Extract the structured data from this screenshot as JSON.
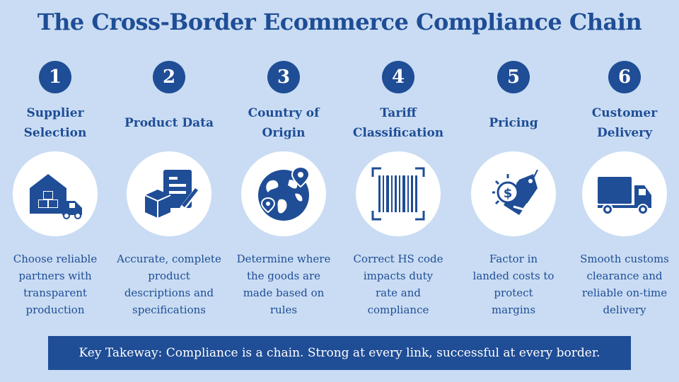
{
  "title": "The Cross-Border Ecommerce Compliance Chain",
  "steps": [
    {
      "number": "1",
      "label": "Supplier\nSelection",
      "icon": "warehouse-truck-icon",
      "description": "Choose reliable\npartners with\ntransparent\nproduction"
    },
    {
      "number": "2",
      "label": "Product Data",
      "icon": "document-box-icon",
      "description": "Accurate, complete\nproduct\ndescriptions and\nspecifications"
    },
    {
      "number": "3",
      "label": "Country of\nOrigin",
      "icon": "globe-pin-icon",
      "description": "Determine where\nthe goods are\nmade based on\nrules"
    },
    {
      "number": "4",
      "label": "Tariff\nClassification",
      "icon": "barcode-icon",
      "description": "Correct HS code\nimpacts duty\nrate and\ncompliance"
    },
    {
      "number": "5",
      "label": "Pricing",
      "icon": "price-tag-icon",
      "description": "Factor in\nlanded costs to\nprotect\nmargins"
    },
    {
      "number": "6",
      "label": "Customer\nDelivery",
      "icon": "delivery-truck-icon",
      "description": "Smooth customs\nclearance and\nreliable on-time\ndelivery"
    }
  ],
  "takeaway": "Key Takeway: Compliance is a chain. Strong at every link, successful at every border.",
  "colors": {
    "accent": "#1f4d96",
    "background": "#c9dcf3"
  }
}
